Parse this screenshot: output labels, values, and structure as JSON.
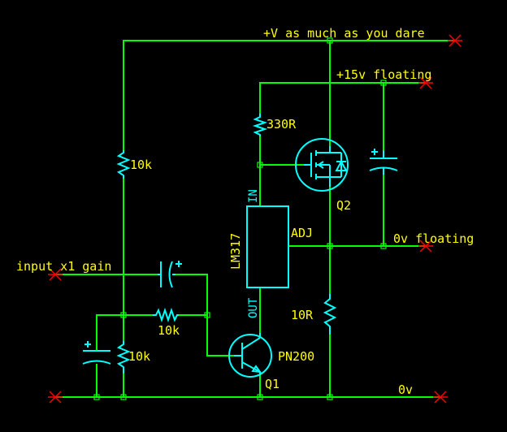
{
  "colors": {
    "background": "#000000",
    "wire": "#00ff00",
    "component": "#00ffff",
    "label": "#ffff00",
    "terminal": "#ff0000"
  },
  "nets": {
    "vplus": "+V as much as you dare",
    "v15": "+15v floating",
    "zero_floating": "0v floating",
    "input": "input x1 gain",
    "ground": "0v"
  },
  "components": {
    "r_330": "330R",
    "r_top": "10k",
    "r_series": "10k",
    "r_bottom": "10k",
    "r_10r": "10R",
    "regulator": "LM317",
    "reg_in": "IN",
    "reg_out": "OUT",
    "reg_adj": "ADJ",
    "mosfet": "Q2",
    "transistor_type": "PN200",
    "transistor": "Q1"
  }
}
